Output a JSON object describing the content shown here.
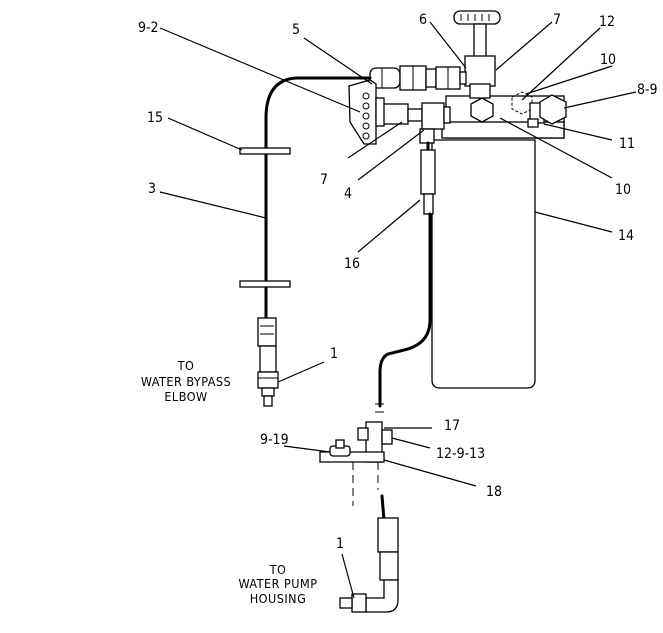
{
  "callouts": [
    {
      "id": "c-9-2",
      "text": "9-2"
    },
    {
      "id": "c-5",
      "text": "5"
    },
    {
      "id": "c-6",
      "text": "6"
    },
    {
      "id": "c-7a",
      "text": "7"
    },
    {
      "id": "c-12",
      "text": "12"
    },
    {
      "id": "c-10a",
      "text": "10"
    },
    {
      "id": "c-8-9",
      "text": "8-9"
    },
    {
      "id": "c-15",
      "text": "15"
    },
    {
      "id": "c-11",
      "text": "11"
    },
    {
      "id": "c-7b",
      "text": "7"
    },
    {
      "id": "c-4",
      "text": "4"
    },
    {
      "id": "c-10b",
      "text": "10"
    },
    {
      "id": "c-3",
      "text": "3"
    },
    {
      "id": "c-14",
      "text": "14"
    },
    {
      "id": "c-16",
      "text": "16"
    },
    {
      "id": "c-1a",
      "text": "1"
    },
    {
      "id": "c-17",
      "text": "17"
    },
    {
      "id": "c-9-19",
      "text": "9-19"
    },
    {
      "id": "c-12-9-13",
      "text": "12-9-13"
    },
    {
      "id": "c-18",
      "text": "18"
    },
    {
      "id": "c-1b",
      "text": "1"
    }
  ],
  "notes": {
    "bypass": [
      "TO",
      "WATER BYPASS",
      "ELBOW"
    ],
    "pump": [
      "TO",
      "WATER PUMP",
      "HOUSING"
    ]
  }
}
